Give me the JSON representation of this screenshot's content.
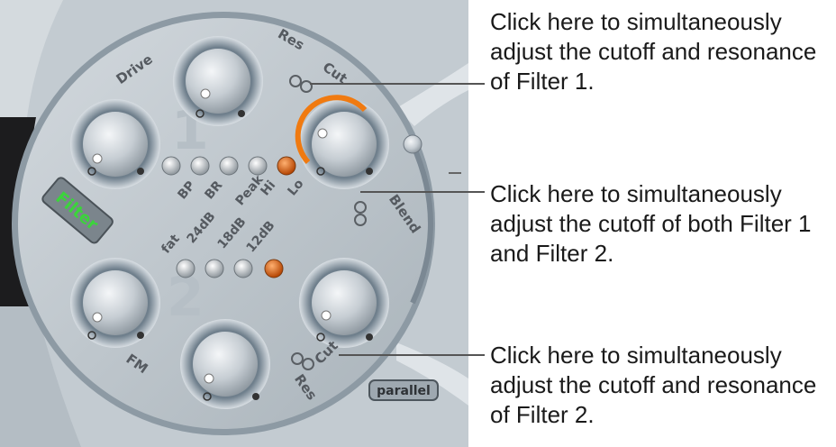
{
  "plugin": {
    "section_label": "Filter",
    "filter1_number": "1",
    "filter2_number": "2",
    "knobs": {
      "drive": "Drive",
      "res1": "Res",
      "cut1": "Cut",
      "blend": "Blend",
      "fm": "FM",
      "res2": "Res",
      "cut2": "Cut"
    },
    "filter1_types": [
      "BP",
      "BR",
      "Peak",
      "Hi",
      "Lo"
    ],
    "filter1_active": "Lo",
    "filter2_slopes": [
      "fat",
      "24dB",
      "18dB",
      "12dB"
    ],
    "filter2_active": "12dB",
    "routing_button": "parallel",
    "colors": {
      "panel": "#bcc5cc",
      "led_active": "#e06010",
      "filter_label": "#3bd43b",
      "cutoff_arc": "#f07a10"
    },
    "icons": [
      "link-icon-filter1",
      "link-icon-both",
      "link-icon-filter2"
    ]
  },
  "callouts": [
    "Click here to simultaneously adjust the cutoff and resonance of Filter 1.",
    "Click here to simultaneously adjust the cutoff of both Filter 1 and Filter 2.",
    "Click here to simultaneously adjust the cutoff and resonance of Filter 2."
  ]
}
